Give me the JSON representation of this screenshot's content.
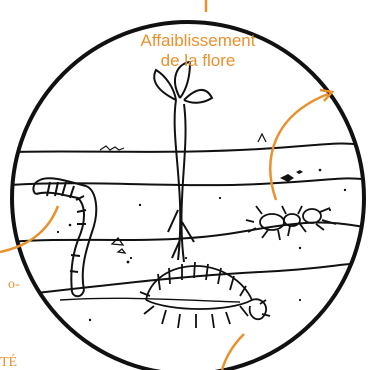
{
  "labels": {
    "flora_line1": "Affaiblissement",
    "flora_line2": "de la flore",
    "left_fragment": "o-",
    "bottom_left_fragment": "TÉ"
  },
  "colors": {
    "accent": "#e8912d",
    "ink": "#111111",
    "background": "#ffffff"
  },
  "icons": [
    "worm-icon",
    "plant-icon",
    "insect-icon",
    "larva-icon",
    "stones-icon"
  ]
}
